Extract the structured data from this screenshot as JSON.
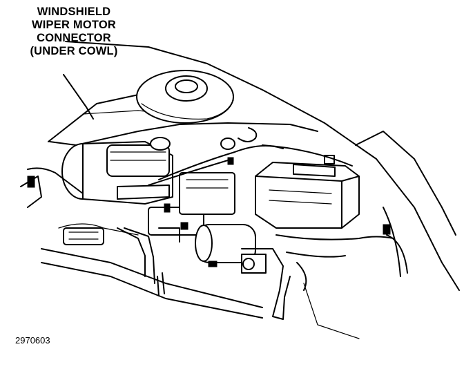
{
  "callout": {
    "line1": "WINDSHIELD",
    "line2": "WIPER MOTOR",
    "line3": "CONNECTOR",
    "line4": "(UNDER COWL)"
  },
  "figure_number": "2970603"
}
